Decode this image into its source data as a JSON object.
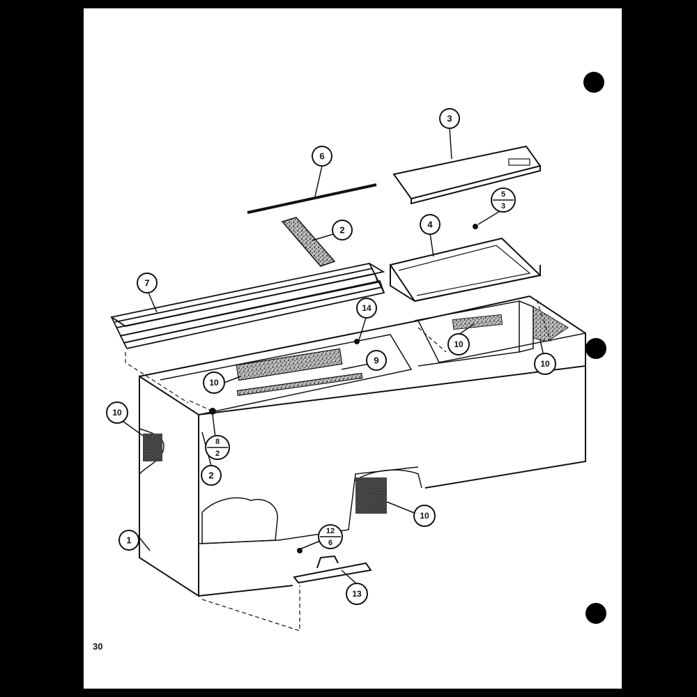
{
  "page_number": "30",
  "callouts": {
    "c1": "1",
    "c2a": "2",
    "c2b": "2",
    "c3": "3",
    "c4": "4",
    "c6": "6",
    "c7": "7",
    "c9": "9",
    "c10a": "10",
    "c10b": "10",
    "c10c": "10",
    "c10d": "10",
    "c10e": "10",
    "c13": "13",
    "c14": "14",
    "c5_3_top": "5",
    "c5_3_bottom": "3",
    "c8_2_top": "8",
    "c8_2_bottom": "2",
    "c12_6_top": "12",
    "c12_6_bottom": "6"
  }
}
